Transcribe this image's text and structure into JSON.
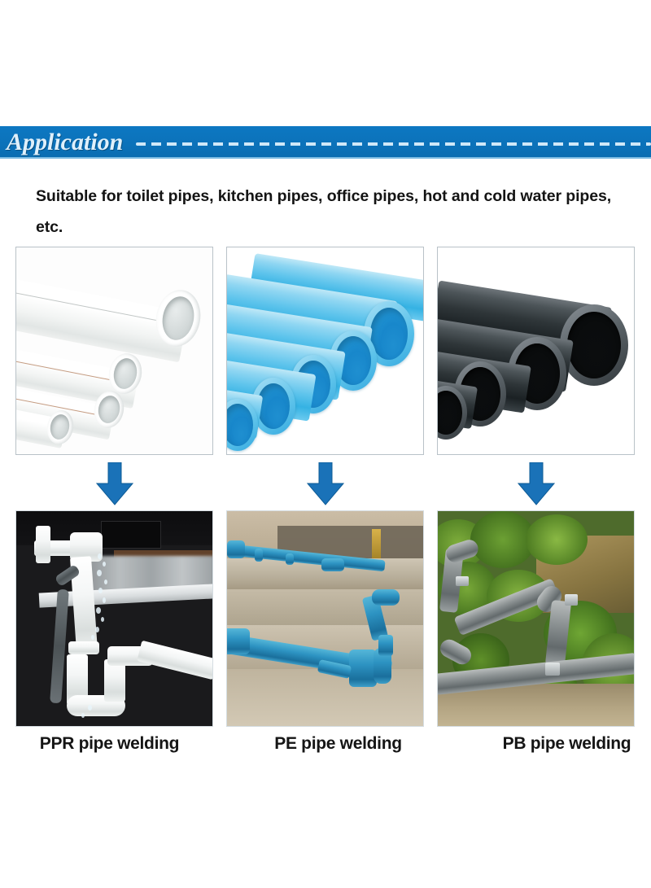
{
  "banner": {
    "title": "Application",
    "bar_color": "#0b74bd",
    "title_color": "#dff0fb",
    "dash_color": "#cfe8f8"
  },
  "description": {
    "text": "Suitable for toilet pipes, kitchen pipes, office pipes, hot and cold water pipes, etc."
  },
  "arrow": {
    "color": "#1a72b8",
    "direction": "down"
  },
  "columns": [
    {
      "product_image_alt": "White PPR plastic water pipes stacked diagonally",
      "product_type": "ppr-pipes",
      "scene_image_alt": "White PPR pipes welded under a sink with water spraying from joint",
      "scene_type": "sink-plumbing",
      "caption": "PPR pipe welding"
    },
    {
      "product_image_alt": "Blue PE plastic water pipes stacked diagonally",
      "product_type": "pe-pipes",
      "scene_image_alt": "Blue PE pipes installed along a concrete floor and wall",
      "scene_type": "concrete-install",
      "caption": "PE pipe welding"
    },
    {
      "product_image_alt": "Black PB plastic water pipes stacked diagonally",
      "product_type": "pb-pipes",
      "scene_image_alt": "Gray PB pipes joined outdoors among green vegetation",
      "scene_type": "outdoor-install",
      "caption": "PB pipe welding"
    }
  ]
}
